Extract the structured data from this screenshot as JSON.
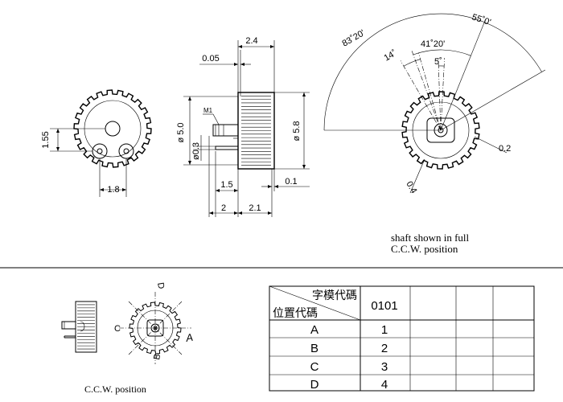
{
  "dimensions": {
    "d_2_4": "2.4",
    "d_0_05": "0.05",
    "d_m1": "M1",
    "d_phi5_0": "ø 5.0",
    "d_phi0_3": "ø0.3",
    "d_phi5_8": "ø 5.8",
    "d_1_55": "1.55",
    "d_1_8": "1.8",
    "d_1_5": "1.5",
    "d_2": "2",
    "d_2_1": "2.1",
    "d_0_1": "0.1",
    "d_83_20": "83˚20'",
    "d_55_0": "55˚0'",
    "d_41_20": "41˚20'",
    "d_14": "14˚",
    "d_5": "5˚",
    "d_0_2": "0.2",
    "d_0_4": "0.4"
  },
  "notes": {
    "shaft_line1": "shaft shown in full",
    "shaft_line2": "C.C.W. position",
    "ccw_position": "C.C.W. position"
  },
  "position_labels": {
    "A": "A",
    "B": "B",
    "C": "C",
    "D": "D"
  },
  "table": {
    "header_top": "字模代碼",
    "header_bottom": "位置代碼",
    "code": "0101",
    "rows": [
      {
        "position": "A",
        "code": "1"
      },
      {
        "position": "B",
        "code": "2"
      },
      {
        "position": "C",
        "code": "3"
      },
      {
        "position": "D",
        "code": "4"
      }
    ]
  }
}
